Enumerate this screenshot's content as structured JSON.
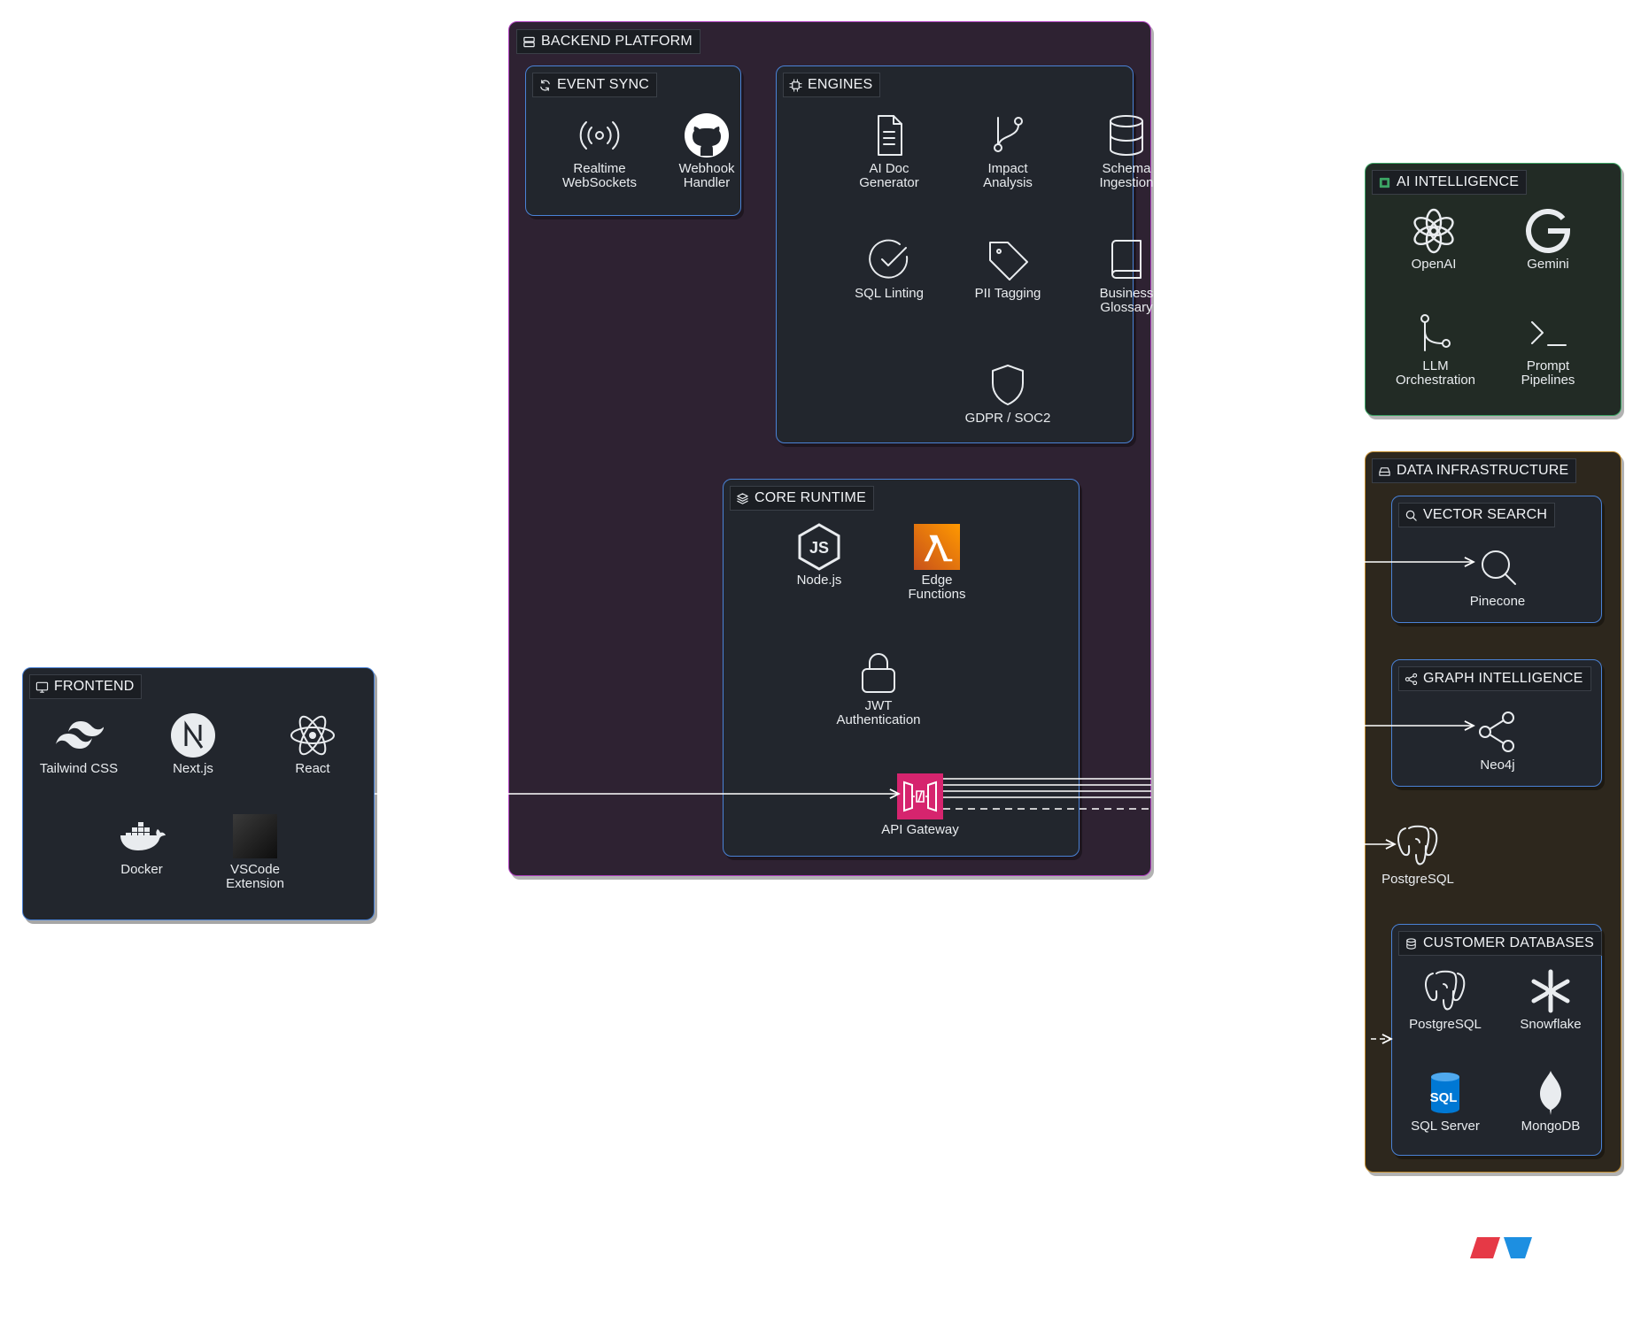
{
  "groups": {
    "backend": "BACKEND PLATFORM",
    "event_sync": "EVENT SYNC",
    "engines": "ENGINES",
    "core_runtime": "CORE RUNTIME",
    "frontend": "FRONTEND",
    "ai": "AI INTELLIGENCE",
    "data_infra": "DATA INFRASTRUCTURE",
    "vector_search": "VECTOR SEARCH",
    "graph_intel": "GRAPH INTELLIGENCE",
    "customer_db": "CUSTOMER DATABASES"
  },
  "event_sync": {
    "websockets": "Realtime\nWebSockets",
    "webhook": "Webhook\nHandler"
  },
  "engines": {
    "ai_doc": "AI Doc\nGenerator",
    "impact": "Impact\nAnalysis",
    "schema": "Schema\nIngestion",
    "sql_lint": "SQL Linting",
    "pii": "PII Tagging",
    "glossary": "Business\nGlossary",
    "gdpr": "GDPR / SOC2"
  },
  "core_runtime": {
    "node": "Node.js",
    "edge": "Edge\nFunctions",
    "jwt": "JWT\nAuthentication",
    "gateway": "API Gateway"
  },
  "frontend": {
    "tailwind": "Tailwind CSS",
    "next": "Next.js",
    "react": "React",
    "docker": "Docker",
    "vscode": "VSCode\nExtension"
  },
  "ai": {
    "openai": "OpenAI",
    "gemini": "Gemini",
    "llm": "LLM\nOrchestration",
    "prompt": "Prompt\nPipelines"
  },
  "data": {
    "pinecone": "Pinecone",
    "neo4j": "Neo4j",
    "postgres_main": "PostgreSQL",
    "postgres_customer": "PostgreSQL",
    "snowflake": "Snowflake",
    "sqlserver": "SQL Server",
    "sql_badge": "SQL",
    "mongodb": "MongoDB"
  },
  "colors": {
    "backend_fill": "#2e2232",
    "backend_border": "#b03fc0",
    "ai_fill": "#222b25",
    "ai_border": "#3ca564",
    "data_fill": "#2d271d",
    "data_border": "#c08a2c",
    "panel_fill": "#22262d",
    "panel_border": "#4a82d6",
    "gateway": "#d6246e",
    "lambda": "#ec7211"
  }
}
